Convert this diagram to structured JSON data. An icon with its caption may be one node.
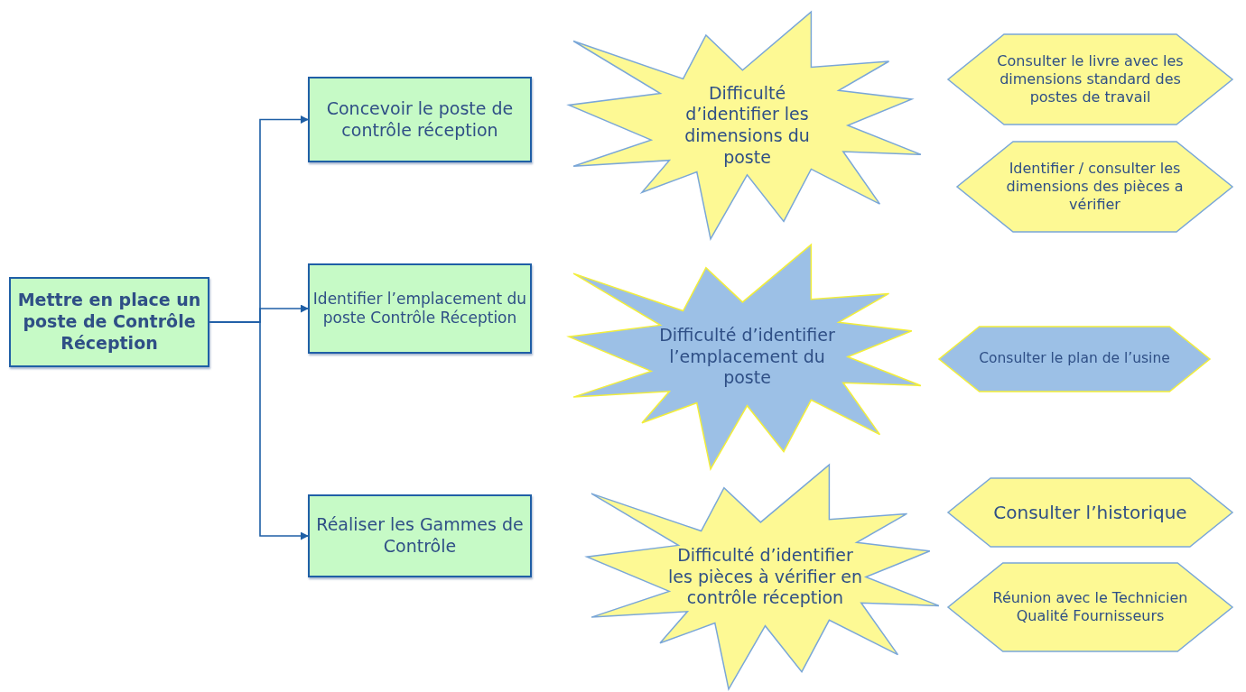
{
  "diagram": {
    "nodes": [
      {
        "text": [
          "Mettre en place un poste de Contrôle Réception"
        ]
      },
      {
        "text": [
          "Concevoir le poste de contrôle réception"
        ]
      },
      {
        "text": [
          "Identifier l’emplacement du poste Contrôle Réception"
        ]
      },
      {
        "text": [
          "Réaliser les Gammes de Contrôle"
        ]
      },
      {
        "text": [
          "Difficulté d’identifier les dimensions du poste"
        ]
      },
      {
        "text": [
          "Difficulté d’identifier l’emplacement du poste"
        ]
      },
      {
        "text": [
          "Difficulté d’identifier les pièces à vérifier en contrôle réception"
        ]
      },
      {
        "text": [
          "Consulter le livre avec les dimensions standard des postes de travail"
        ]
      },
      {
        "text": [
          "Identifier / consulter les dimensions des pièces a vérifier"
        ]
      },
      {
        "text": [
          "Consulter le plan de l’usine"
        ]
      },
      {
        "text": [
          "Consulter l’historique"
        ]
      },
      {
        "text": [
          "Réunion avec le Technicien Qualité Fournisseurs"
        ]
      }
    ],
    "edges": [
      {
        "from": 0,
        "to": 1,
        "arrow": "to"
      },
      {
        "from": 0,
        "to": 2,
        "arrow": "to"
      },
      {
        "from": 0,
        "to": 3,
        "arrow": "to"
      }
    ]
  }
}
